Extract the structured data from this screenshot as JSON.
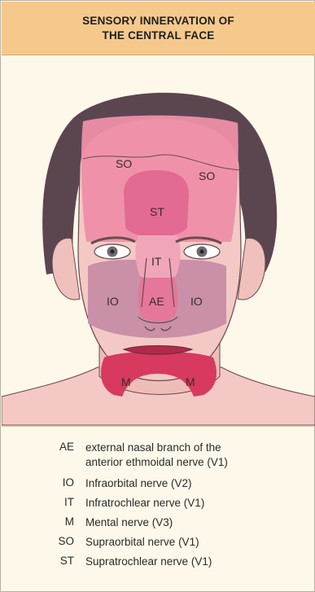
{
  "title": {
    "line1": "SENSORY INNERVATION OF",
    "line2": "THE CENTRAL FACE"
  },
  "regions": {
    "so_left": "SO",
    "so_right": "SO",
    "st": "ST",
    "it": "IT",
    "io_left": "IO",
    "ae": "AE",
    "io_right": "IO",
    "m_left": "M",
    "m_right": "M"
  },
  "colors": {
    "header_bg": "#f5c98c",
    "skin": "#f4c9c5",
    "hair": "#5b4650",
    "supraorbital": "#ee8fa8",
    "supratrochlear": "#e36a92",
    "infraorbital": "#c990a8",
    "external_nasal": "#e4779a",
    "mental": "#d7395f"
  },
  "legend": [
    {
      "abbr": "AE",
      "line1": "external nasal branch of the",
      "line2": "anterior ethmoidal nerve (V1)"
    },
    {
      "abbr": "IO",
      "line1": "Infraorbital nerve (V2)"
    },
    {
      "abbr": "IT",
      "line1": "Infratrochlear nerve (V1)"
    },
    {
      "abbr": "M",
      "line1": "Mental nerve (V3)"
    },
    {
      "abbr": "SO",
      "line1": "Supraorbital nerve (V1)"
    },
    {
      "abbr": "ST",
      "line1": "Supratrochlear nerve (V1)"
    }
  ]
}
